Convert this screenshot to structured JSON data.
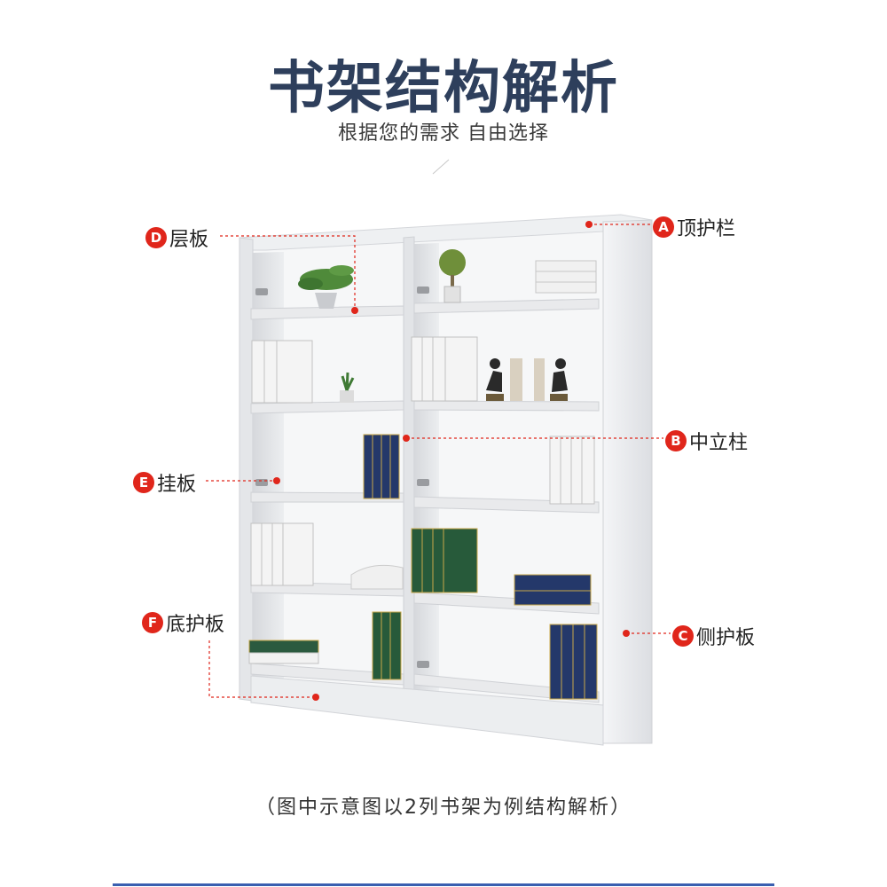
{
  "header": {
    "title": "书架结构解析",
    "subtitle": "根据您的需求 自由选择"
  },
  "callouts": {
    "a": {
      "letter": "A",
      "label": "顶护栏"
    },
    "b": {
      "letter": "B",
      "label": "中立柱"
    },
    "c": {
      "letter": "C",
      "label": "侧护板"
    },
    "d": {
      "letter": "D",
      "label": "层板"
    },
    "e": {
      "letter": "E",
      "label": "挂板"
    },
    "f": {
      "letter": "F",
      "label": "底护板"
    }
  },
  "footnote": "（图中示意图以2列书架为例结构解析）",
  "colors": {
    "accent": "#e0261b",
    "title": "#2e3f5c",
    "rule": "#3a5fb0",
    "shelf": "#e9eaec"
  }
}
